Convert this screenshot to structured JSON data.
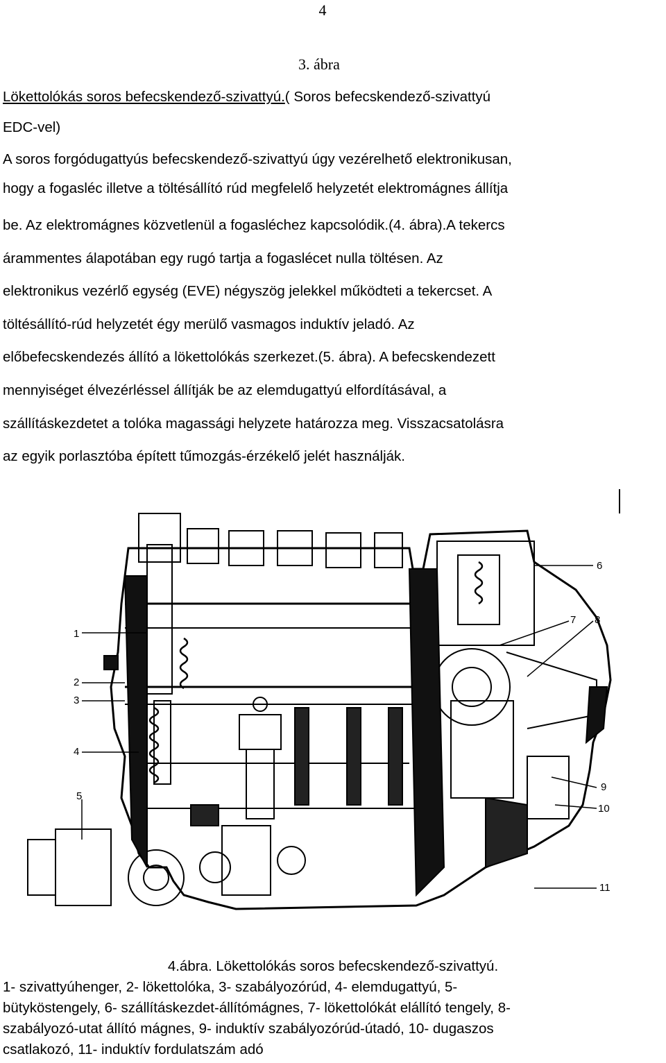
{
  "page_number": "4",
  "previous_figure_caption": "3. ábra",
  "heading": {
    "link_text": "Lökettolókás soros befecskendező-szivattyú.",
    "rest": "( Soros befecskendező-szivattyú",
    "continuation": "EDC-vel)"
  },
  "paragraph_lines": [
    "A soros forgódugattyús befecskendező-szivattyú úgy vezérelhető elektronikusan,",
    "hogy a fogasléc illetve a töltésállító rúd megfelelő helyzetét elektromágnes állítja",
    "be. Az elektromágnes közvetlenül a fogasléchez kapcsolódik.(4. ábra).A tekercs",
    "árammentes álapotában egy rugó tartja a fogaslécet nulla töltésen. Az",
    "elektronikus vezérlő egység (EVE) négyszög jelekkel működteti a tekercset. A",
    "töltésállító-rúd helyzetét égy merülő vasmagos induktív jeladó. Az",
    "előbefecskendezés állító a lökettolókás szerkezet.(5. ábra). A befecskendezett",
    "mennyiséget élvezérléssel állítják be az elemdugattyú elfordításával, a",
    "szállításkezdetet a tolóka magassági helyzete határozza meg. Visszacsatolásra",
    "az egyik porlasztóba épített tűmozgás-érzékelő jelét használják."
  ],
  "figure": {
    "callouts": [
      "1",
      "2",
      "3",
      "4",
      "5",
      "6",
      "7",
      "8",
      "9",
      "10",
      "11"
    ]
  },
  "figure_caption": "4.ábra. Lökettolókás soros befecskendező-szivattyú.",
  "legend_lines": [
    "1- szivattyúhenger, 2- lökettolóka, 3- szabályozórúd, 4- elemdugattyú, 5-",
    "bütyköstengely, 6- szállításkezdet-állítómágnes, 7- lökettolókát elállító tengely, 8-",
    "szabályozó-utat állító mágnes, 9- induktív szabályozórúd-útadó, 10- dugaszos",
    "csatlakozó, 11- induktív fordulatszám adó"
  ]
}
